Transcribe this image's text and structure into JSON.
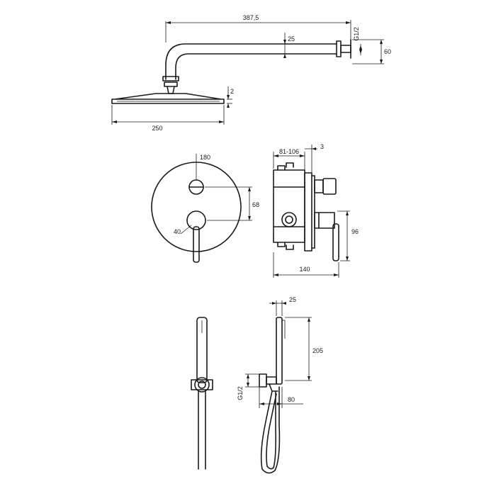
{
  "shower_head": {
    "arm_length": "387,5",
    "arm_drop": "25",
    "thread": "G1/2",
    "wall_height": "60",
    "plate_thickness": "2",
    "head_width": "250"
  },
  "mixer": {
    "plate_diameter": "180",
    "knob_spacing": "68",
    "knob_diameter": "40"
  },
  "mixer_box": {
    "depth_range": "81-106",
    "cover_thickness": "3",
    "lever_height": "96",
    "total_depth": "140"
  },
  "hand_shower": {
    "holder_width": "25",
    "handle_height": "205",
    "thread": "G1/2",
    "outlet_offset": "80"
  }
}
